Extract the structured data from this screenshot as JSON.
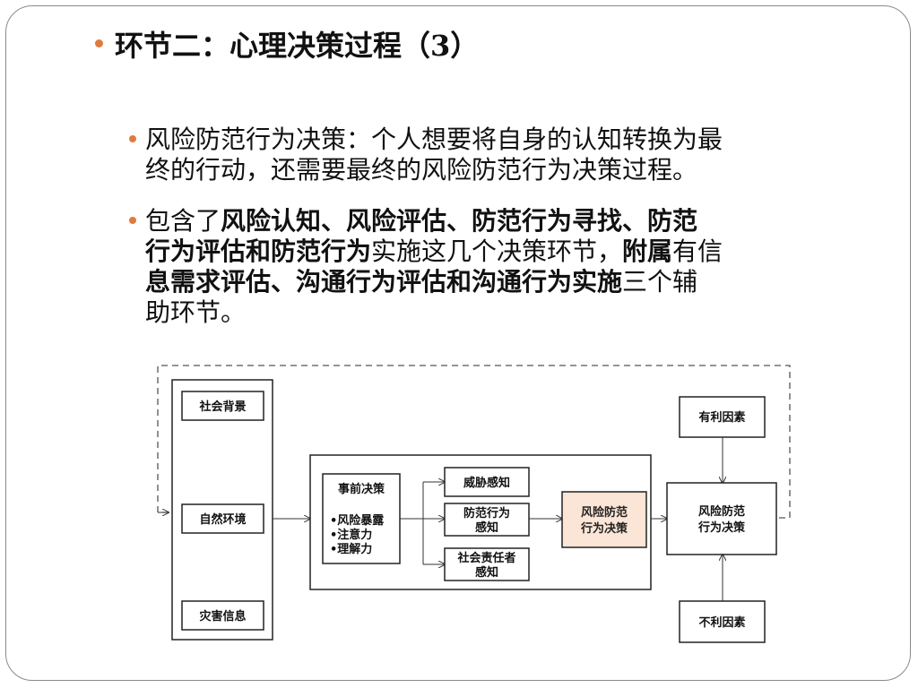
{
  "title": {
    "text": "环节二：心理决策过程（3）"
  },
  "bullets": [
    {
      "line1": "风险防范行为决策：个人想要将自身的认知转换为最",
      "line2": "终的行动，还需要最终的风险防范行为决策过程。"
    },
    {
      "l1a": "包含了",
      "l1b": "风险认知、风险评估、防范行为寻找、防范",
      "l2a": "行为评估和防范行为",
      "l2b": "实施这几个决策环节，",
      "l2c": "附属",
      "l2d": "有信",
      "l3a": "息需求评估、沟通行为评估和沟通行为实施",
      "l3b": "三个辅",
      "l4a": "助环节。"
    }
  ],
  "diagram": {
    "left": [
      "社会背景",
      "自然环境",
      "灾害信息"
    ],
    "pre_title": "事前决策",
    "pre_items": [
      "•风险暴露",
      "•注意力",
      "•理解力"
    ],
    "perceptions": [
      [
        "威胁感知"
      ],
      [
        "防范行为",
        "感知"
      ],
      [
        "社会责任者",
        "感知"
      ]
    ],
    "center": [
      "风险防范",
      "行为决策"
    ],
    "right_top": "有利因素",
    "right_decision": [
      "风险防范",
      "行为决策"
    ],
    "right_bottom": "不利因素",
    "colors": {
      "center_fill": "#fbe5d6",
      "bullet": "#e07a3f"
    }
  }
}
